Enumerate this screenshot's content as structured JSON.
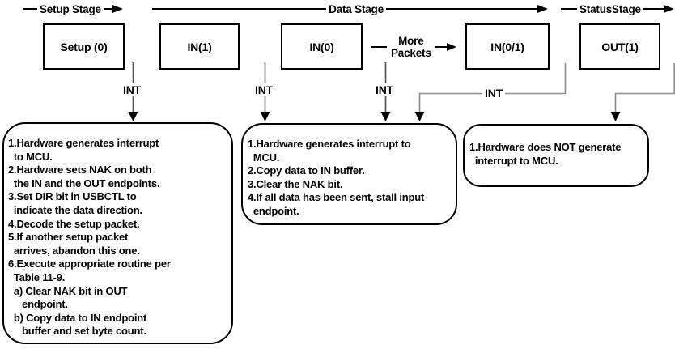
{
  "stages": [
    {
      "label": "Setup Stage"
    },
    {
      "label": "Data Stage"
    },
    {
      "label": "StatusStage"
    }
  ],
  "packets": [
    {
      "label": "Setup (0)"
    },
    {
      "label": "IN(1)"
    },
    {
      "label": "IN(0)"
    },
    {
      "label": "IN(0/1)"
    },
    {
      "label": "OUT(1)"
    }
  ],
  "more_packets": {
    "line1": "More",
    "line2": "Packets"
  },
  "int_labels": [
    "INT",
    "INT",
    "INT",
    "INT"
  ],
  "notes": [
    {
      "lines": [
        "1.Hardware generates interrupt",
        "  to MCU.",
        "2.Hardware sets NAK on both",
        "  the IN and the OUT endpoints.",
        "3.Set DIR bit in USBCTL to",
        "  indicate the data direction.",
        "4.Decode the setup packet.",
        "5.If another setup packet",
        "  arrives, abandon this one.",
        "6.Execute appropriate routine per",
        "  Table 11-9.",
        "  a) Clear NAK bit in OUT",
        "     endpoint.",
        "  b) Copy data to IN endpoint",
        "     buffer and set byte count."
      ]
    },
    {
      "lines": [
        "1.Hardware generates interrupt to",
        "  MCU.",
        "2.Copy data to IN buffer.",
        "3.Clear the NAK bit.",
        "4.If all data has been sent, stall input",
        "  endpoint."
      ]
    },
    {
      "lines": [
        "1.Hardware does NOT generate",
        "  interrupt to MCU."
      ]
    }
  ],
  "colors": {
    "ink": "#000000",
    "connector_gray": "#8c8c8c",
    "stem_dark": "#4d4d4d",
    "background": "#ffffff"
  }
}
